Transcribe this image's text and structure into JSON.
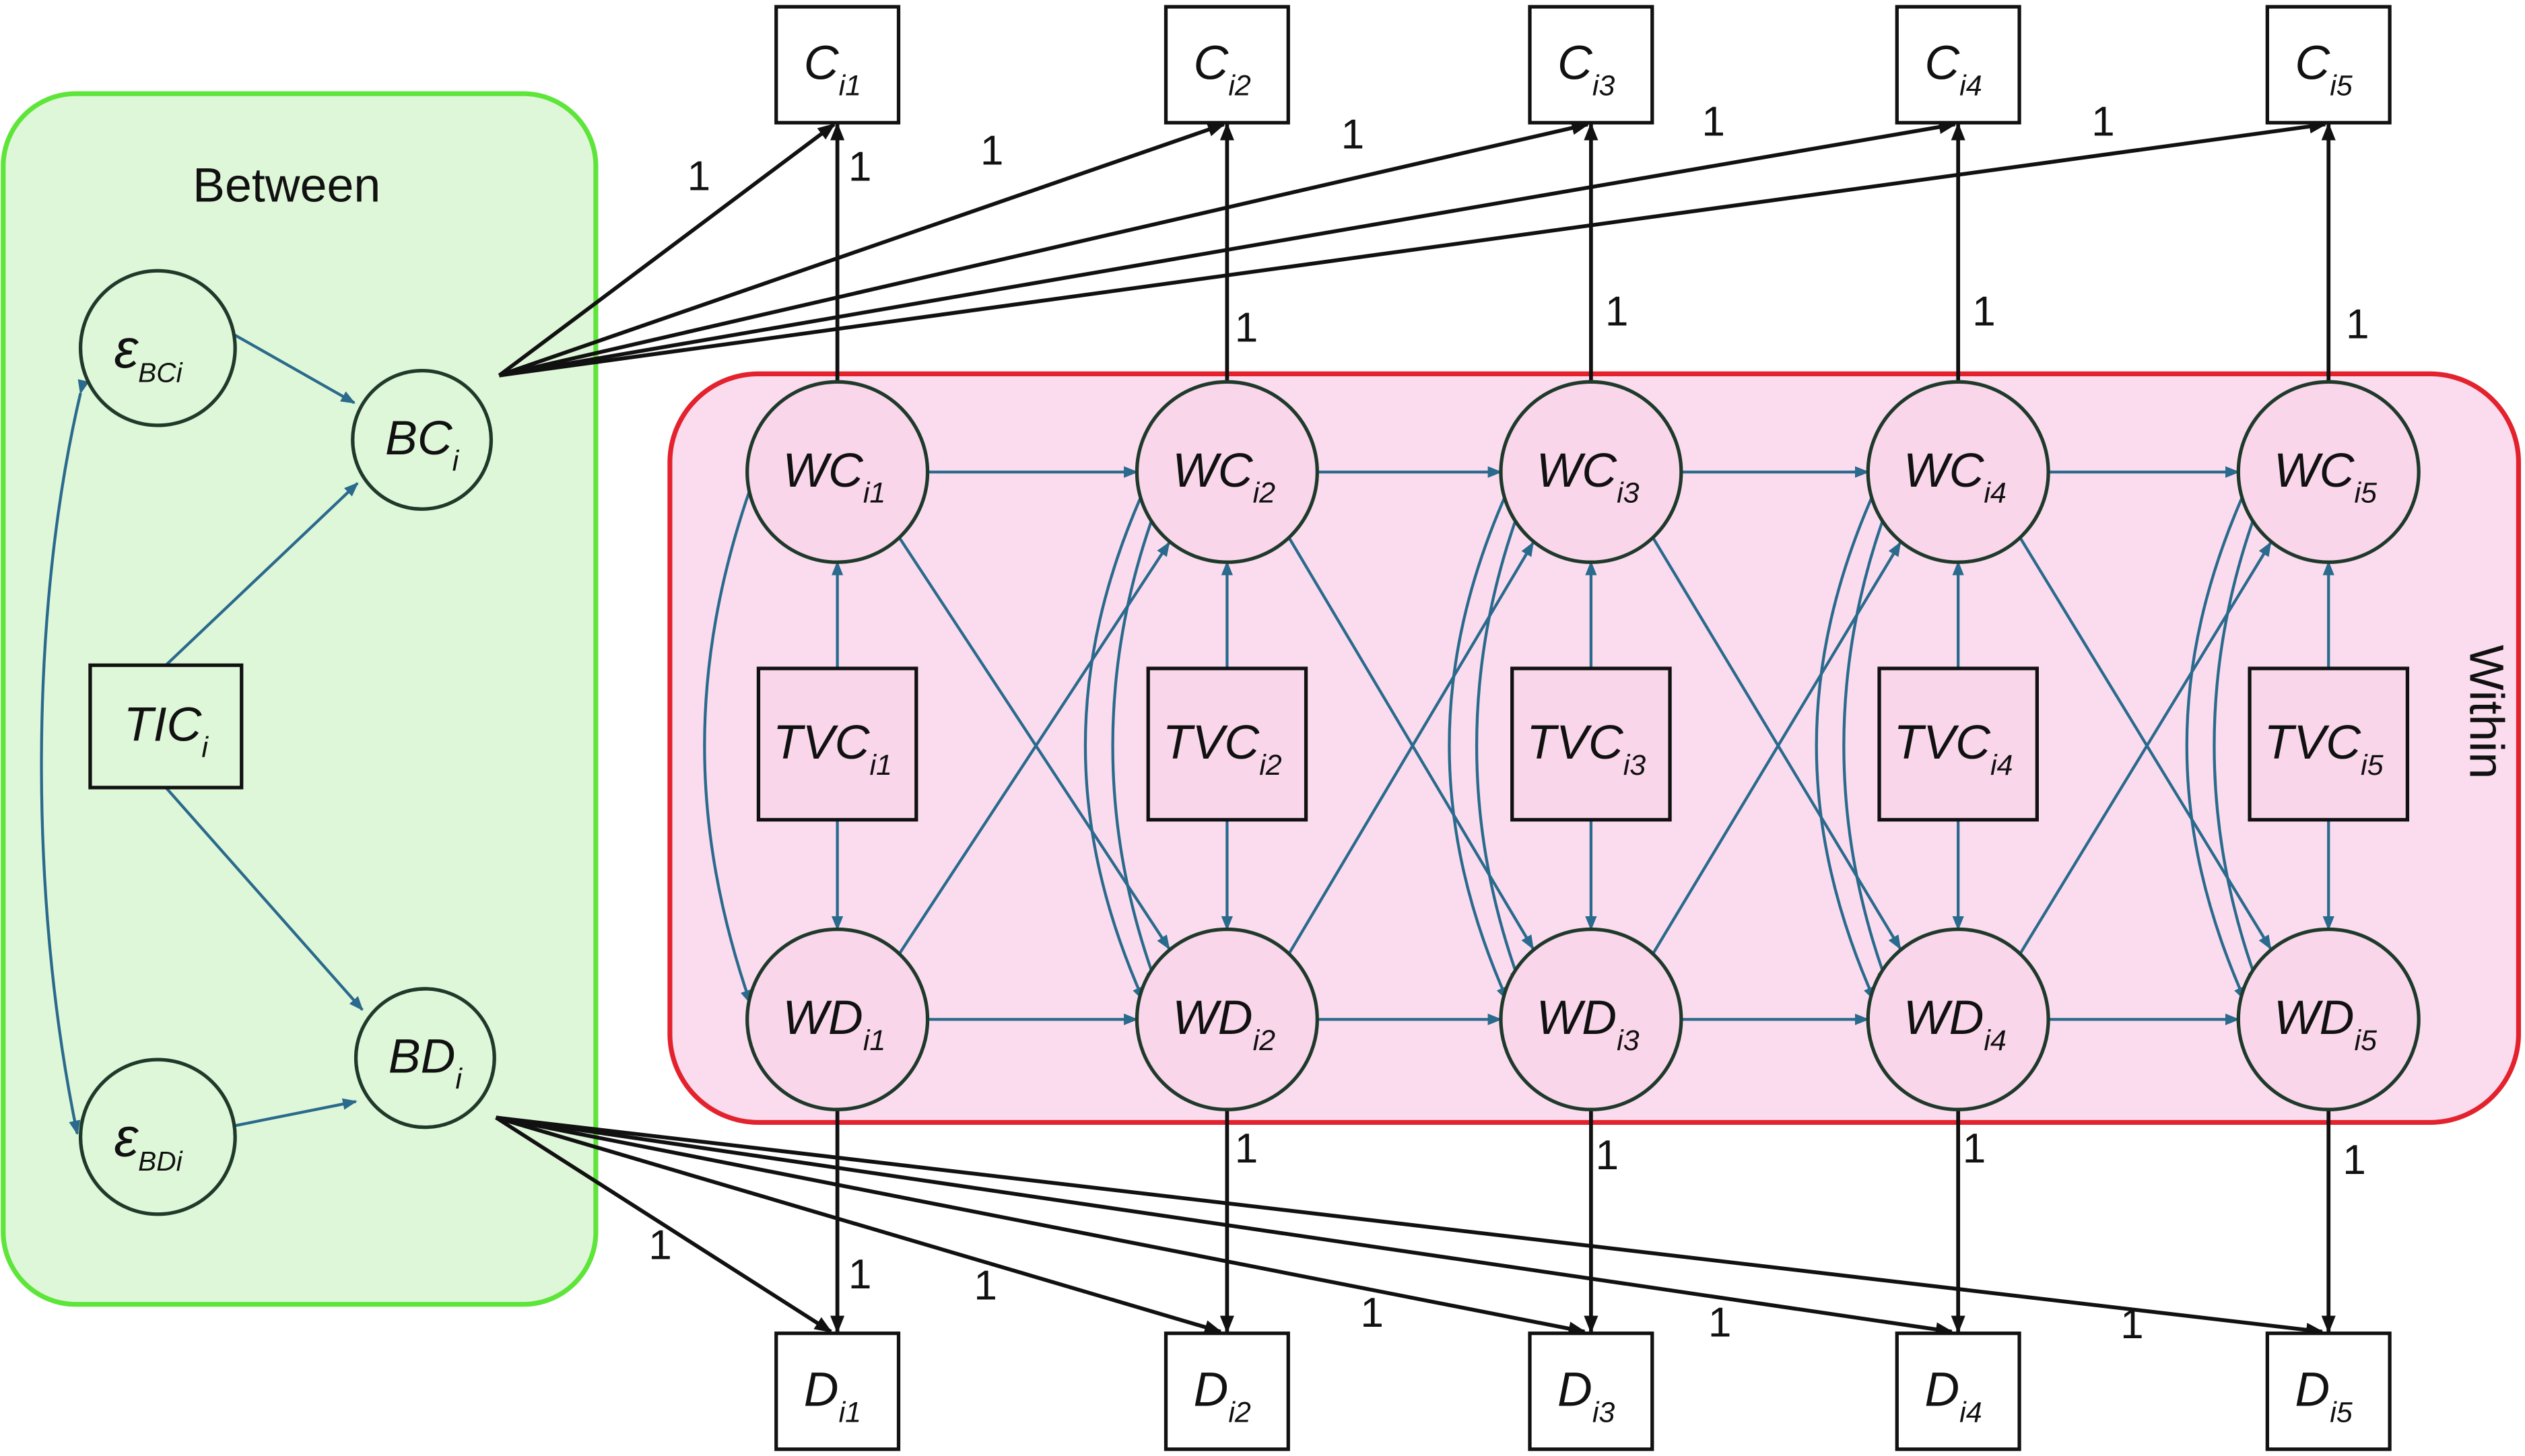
{
  "panels": {
    "between": {
      "title": "Between",
      "fill": "#dff7d9",
      "stroke": "#5ee53a"
    },
    "within": {
      "title": "Within",
      "fill": "#fbdcef",
      "stroke": "#e3222d"
    }
  },
  "colors": {
    "path_arrow": "#2a6a8c",
    "load_arrow": "#111111",
    "node_stroke": "#1f3a2b",
    "text": "#111111"
  },
  "between_nodes": {
    "eps_bc": {
      "main": "ε",
      "sub": "BCi"
    },
    "eps_bd": {
      "main": "ε",
      "sub": "BDi"
    },
    "bc": {
      "main": "BC",
      "sub": "i"
    },
    "bd": {
      "main": "BD",
      "sub": "i"
    },
    "tic": {
      "main": "TIC",
      "sub": "i"
    }
  },
  "waves": [
    {
      "c": {
        "main": "C",
        "sub": "i1"
      },
      "d": {
        "main": "D",
        "sub": "i1"
      },
      "wc": {
        "main": "WC",
        "sub": "i1"
      },
      "wd": {
        "main": "WD",
        "sub": "i1"
      },
      "tvc": {
        "main": "TVC",
        "sub": "i1"
      }
    },
    {
      "c": {
        "main": "C",
        "sub": "i2"
      },
      "d": {
        "main": "D",
        "sub": "i2"
      },
      "wc": {
        "main": "WC",
        "sub": "i2"
      },
      "wd": {
        "main": "WD",
        "sub": "i2"
      },
      "tvc": {
        "main": "TVC",
        "sub": "i2"
      }
    },
    {
      "c": {
        "main": "C",
        "sub": "i3"
      },
      "d": {
        "main": "D",
        "sub": "i3"
      },
      "wc": {
        "main": "WC",
        "sub": "i3"
      },
      "wd": {
        "main": "WD",
        "sub": "i3"
      },
      "tvc": {
        "main": "TVC",
        "sub": "i3"
      }
    },
    {
      "c": {
        "main": "C",
        "sub": "i4"
      },
      "d": {
        "main": "D",
        "sub": "i4"
      },
      "wc": {
        "main": "WC",
        "sub": "i4"
      },
      "wd": {
        "main": "WD",
        "sub": "i4"
      },
      "tvc": {
        "main": "TVC",
        "sub": "i4"
      }
    },
    {
      "c": {
        "main": "C",
        "sub": "i5"
      },
      "d": {
        "main": "D",
        "sub": "i5"
      },
      "wc": {
        "main": "WC",
        "sub": "i5"
      },
      "wd": {
        "main": "WD",
        "sub": "i5"
      },
      "tvc": {
        "main": "TVC",
        "sub": "i5"
      }
    }
  ],
  "loading_label": "1"
}
